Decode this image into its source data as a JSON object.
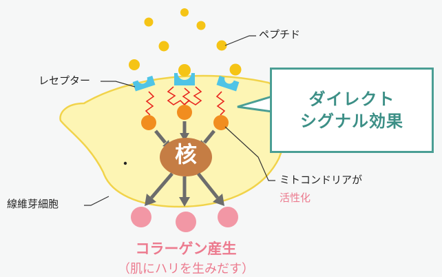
{
  "labels": {
    "peptide": "ペプチド",
    "receptor": "レセプター",
    "fibroblast": "線維芽細胞",
    "mitochondria": "ミトコンドリアが",
    "activation": "活性化",
    "nucleus": "核"
  },
  "callout": {
    "line1": "ダイレクト",
    "line2": "シグナル効果"
  },
  "result": {
    "title": "コラーゲン産生",
    "subtitle": "（肌にハリを生みだす）"
  },
  "colors": {
    "peptide": "#f5c416",
    "receptor": "#4fc4e6",
    "cell_fill": "#fdf5b4",
    "cell_stroke": "#f1d34a",
    "mitochondria": "#f18d1f",
    "nucleus": "#c57d44",
    "arrow": "#6c6c6c",
    "signal": "#e8261f",
    "collagen": "#f297a5",
    "callout_border": "#4a9e94",
    "callout_text": "#3c8f86"
  }
}
